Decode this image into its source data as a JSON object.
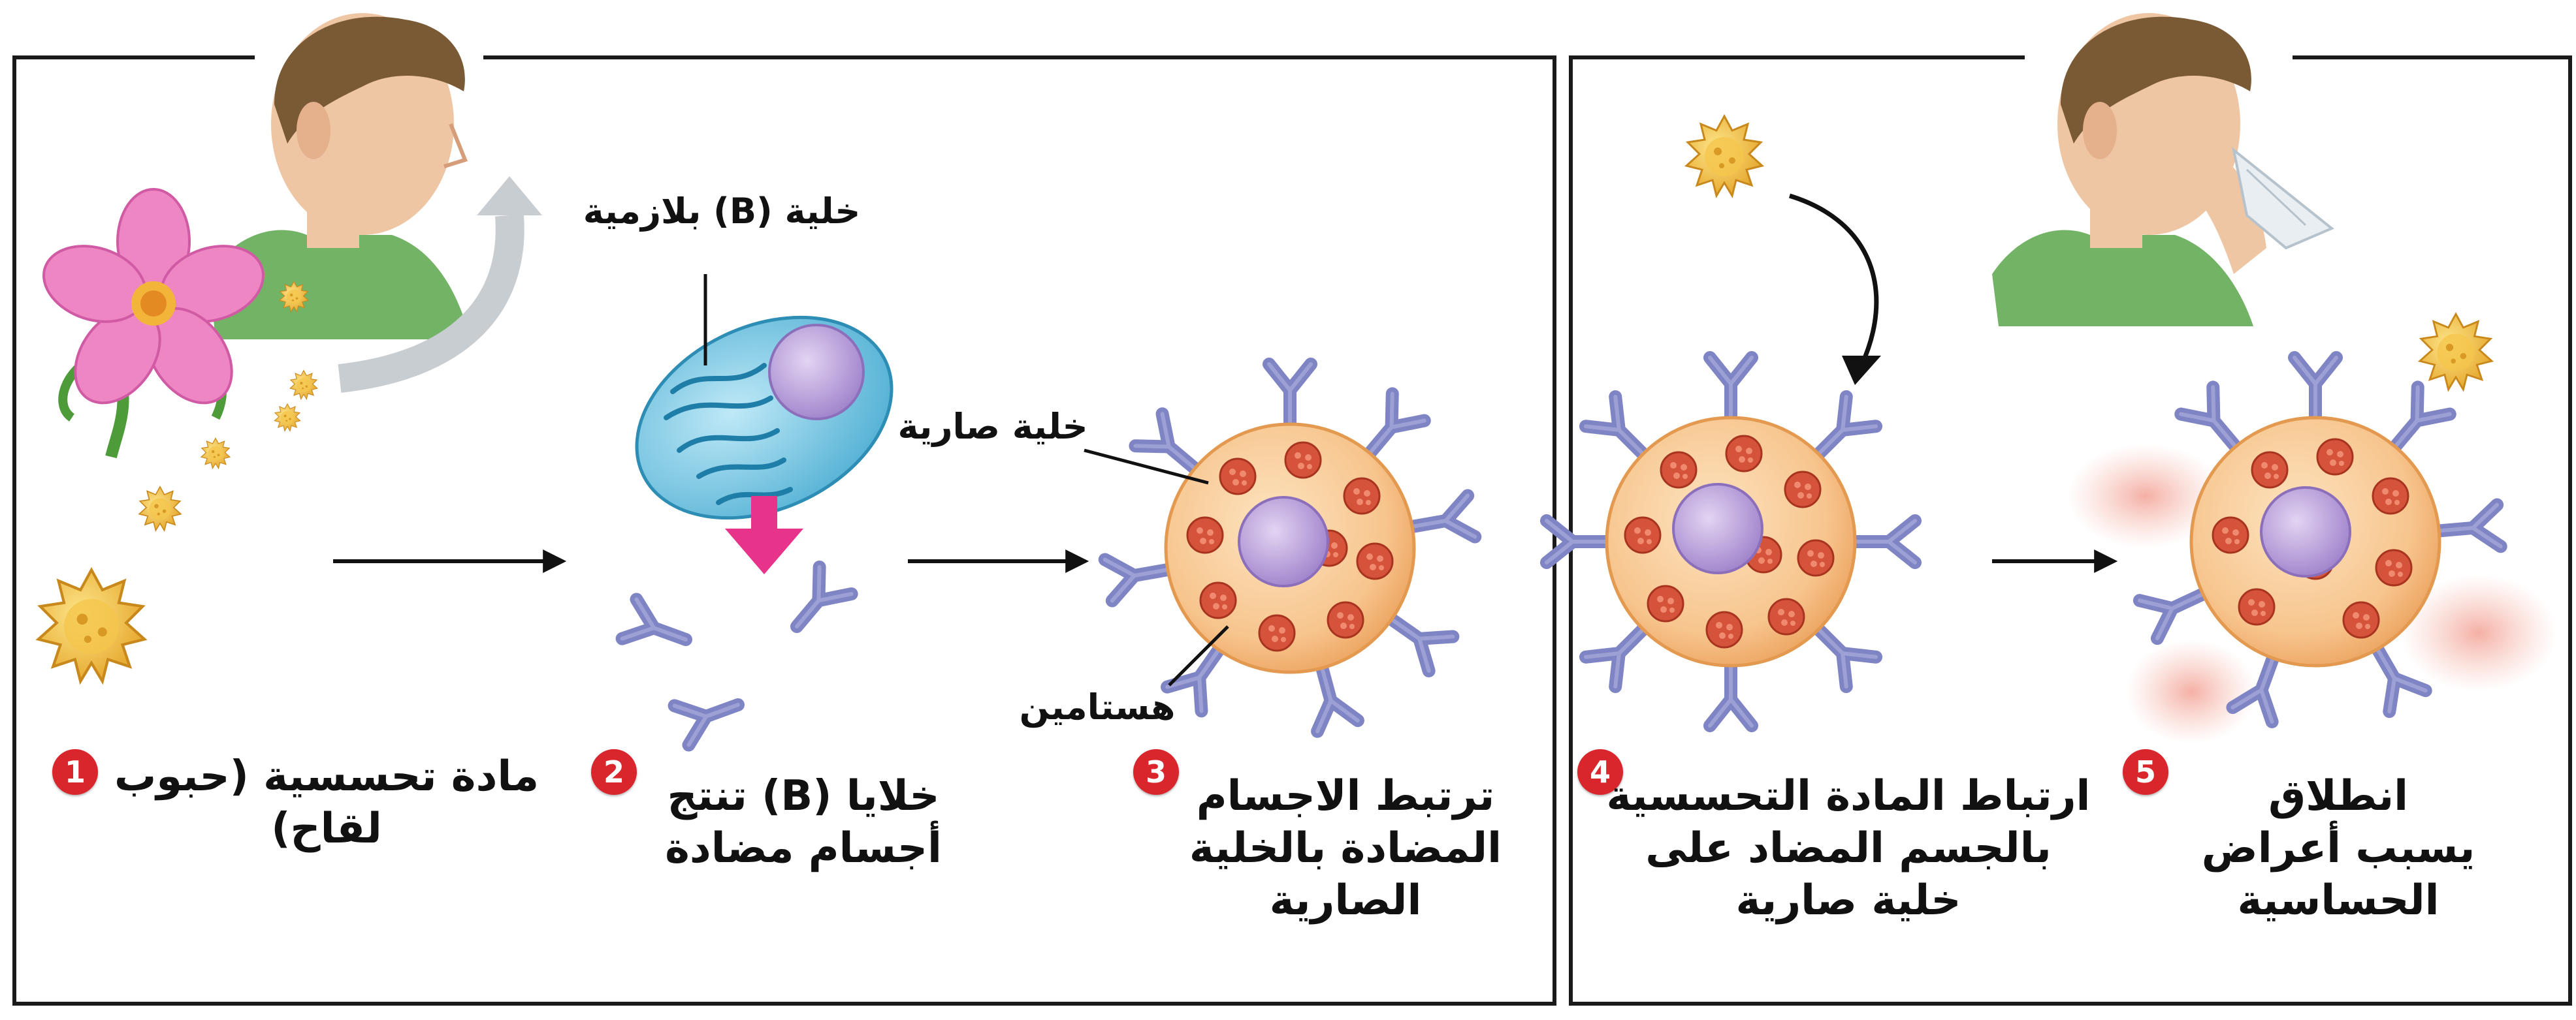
{
  "labels": {
    "plasma_b_cell": "خلية (B) بلازمية",
    "mast_cell": "خلية صارية",
    "histamine": "هستامين"
  },
  "steps": [
    {
      "number": "1",
      "lines": [
        "مادة تحسسية (حبوب لقاح)"
      ]
    },
    {
      "number": "2",
      "lines": [
        "خلايا (B) تنتج",
        "أجسام مضادة"
      ]
    },
    {
      "number": "3",
      "lines": [
        "ترتبط الاجسام",
        "المضادة بالخلية الصارية"
      ]
    },
    {
      "number": "4",
      "lines": [
        "ارتباط المادة التحسسية",
        "بالجسم المضاد على",
        "خلية صارية"
      ]
    },
    {
      "number": "5",
      "lines": [
        "انطلاق",
        "يسبب أعراض",
        "الحساسية"
      ]
    }
  ],
  "colors": {
    "frame": "#1a1a1a",
    "mast_cell_fill": "#f7c58e",
    "mast_cell_edge": "#e39a50",
    "nucleus": "#b79ad6",
    "granule": "#d6533b",
    "antibody": "#7f84c4",
    "pollen": "#f2c040",
    "plasma_cell": "#6fc0e0",
    "production_arrow": "#e8338a",
    "step_badge": "#d9262c",
    "skin": "#efc6a4",
    "hair": "#7a5a34",
    "shirt": "#5aa64a",
    "flower": "#ee86c4"
  },
  "icons": [
    "pollen-grain-icon",
    "flower-icon",
    "person-icon",
    "sneezing-person-icon",
    "tissue-icon"
  ]
}
